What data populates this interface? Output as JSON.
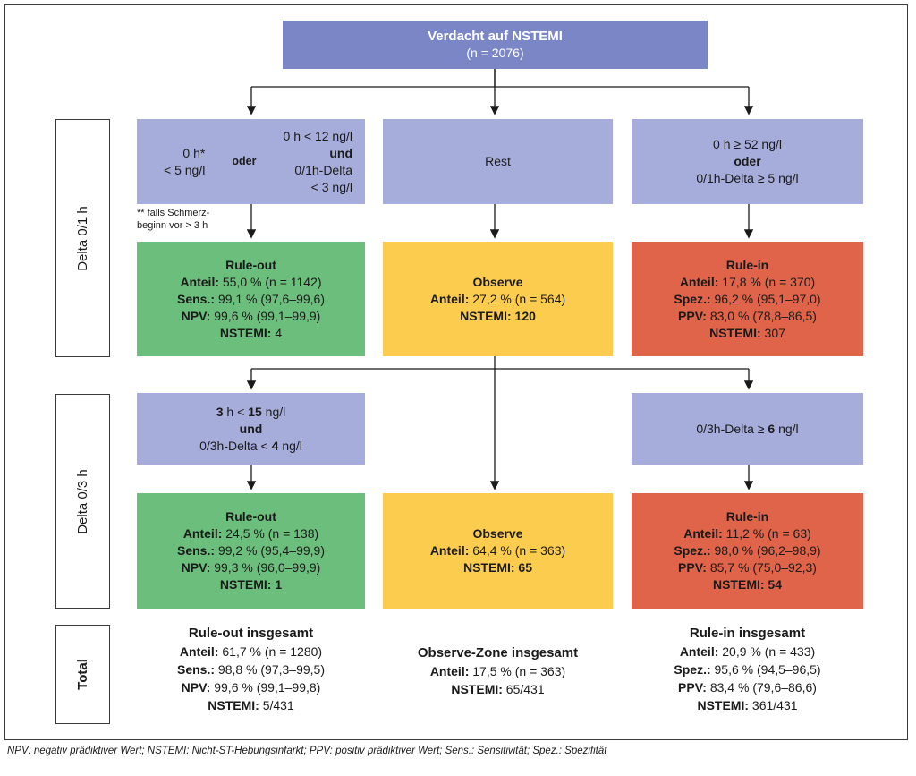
{
  "top": {
    "title": "Verdacht auf NSTEMI",
    "n": "(n = 2076)"
  },
  "side": {
    "row1": "Delta 0/1 h",
    "row2": "Delta 0/3 h",
    "row3": "Total"
  },
  "criteria1": {
    "left": {
      "col_a_line1": "0 h*",
      "col_a_line2": "< 5 ng/l",
      "oder": "oder",
      "col_b_line1": "0 h < 12 ng/l",
      "col_b_und": "und",
      "col_b_line3": "0/1h-Delta",
      "col_b_line4": "< 3 ng/l"
    },
    "mid": "Rest",
    "right": {
      "line1": "0 h ≥ 52 ng/l",
      "oder": "oder",
      "line3": "0/1h-Delta ≥ 5 ng/l"
    }
  },
  "footnote_small": {
    "line1": "** falls Schmerz-",
    "line2": "beginn vor > 3 h"
  },
  "result1": {
    "left": {
      "title": "Rule-out",
      "rows": [
        {
          "k": "Anteil:",
          "v": " 55,0 % (n = 1142)"
        },
        {
          "k": "Sens.:",
          "v": " 99,1 % (97,6–99,6)"
        },
        {
          "k": "NPV:",
          "v": " 99,6 % (99,1–99,9)"
        },
        {
          "k": "NSTEMI:",
          "v": " 4"
        }
      ]
    },
    "mid": {
      "title": "Observe",
      "rows": [
        {
          "k": "Anteil:",
          "v": " 27,2 % (n = 564)"
        },
        {
          "k": "NSTEMI: 120",
          "v": ""
        }
      ]
    },
    "right": {
      "title": "Rule-in",
      "rows": [
        {
          "k": "Anteil:",
          "v": " 17,8 % (n = 370)"
        },
        {
          "k": "Spez.:",
          "v": " 96,2 % (95,1–97,0)"
        },
        {
          "k": "PPV:",
          "v": " 83,0 % (78,8–86,5)"
        },
        {
          "k": "NSTEMI:",
          "v": " 307"
        }
      ]
    }
  },
  "criteria3": {
    "left": {
      "l1a": "3",
      "l1b": " h < ",
      "l1c": "15",
      "l1d": " ng/l",
      "und": "und",
      "l3a": "0/3h-Delta < ",
      "l3b": "4",
      "l3c": " ng/l"
    },
    "right": {
      "a": "0/3h-Delta ≥ ",
      "b": "6",
      "c": " ng/l"
    }
  },
  "result3": {
    "left": {
      "title": "Rule-out",
      "rows": [
        {
          "k": "Anteil:",
          "v": " 24,5 % (n = 138)"
        },
        {
          "k": "Sens.:",
          "v": " 99,2 % (95,4–99,9)"
        },
        {
          "k": "NPV:",
          "v": " 99,3 % (96,0–99,9)"
        },
        {
          "k": "NSTEMI: 1",
          "v": ""
        }
      ]
    },
    "mid": {
      "title": "Observe",
      "rows": [
        {
          "k": "Anteil:",
          "v": " 64,4 % (n = 363)"
        },
        {
          "k": "NSTEMI: 65",
          "v": ""
        }
      ]
    },
    "right": {
      "title": "Rule-in",
      "rows": [
        {
          "k": "Anteil:",
          "v": " 11,2 % (n = 63)"
        },
        {
          "k": "Spez.:",
          "v": " 98,0 % (96,2–98,9)"
        },
        {
          "k": "PPV:",
          "v": " 85,7 % (75,0–92,3)"
        },
        {
          "k": "NSTEMI: 54",
          "v": ""
        }
      ]
    }
  },
  "total": {
    "left": {
      "title": "Rule-out insgesamt",
      "rows": [
        {
          "k": "Anteil:",
          "v": " 61,7 % (n = 1280)"
        },
        {
          "k": "Sens.:",
          "v": " 98,8 % (97,3–99,5)"
        },
        {
          "k": "NPV:",
          "v": " 99,6 % (99,1–99,8)"
        },
        {
          "k": "NSTEMI:",
          "v": " 5/431"
        }
      ]
    },
    "mid": {
      "title": "Observe-Zone insgesamt",
      "rows": [
        {
          "k": "Anteil:",
          "v": " 17,5 % (n = 363)"
        },
        {
          "k": "NSTEMI:",
          "v": " 65/431"
        }
      ]
    },
    "right": {
      "title": "Rule-in insgesamt",
      "rows": [
        {
          "k": "Anteil:",
          "v": " 20,9 % (n = 433)"
        },
        {
          "k": "Spez.:",
          "v": " 95,6 % (94,5–96,5)"
        },
        {
          "k": "PPV:",
          "v": " 83,4 % (79,6–86,6)"
        },
        {
          "k": "NSTEMI:",
          "v": " 361/431"
        }
      ]
    }
  },
  "legend": "NPV: negativ prädiktiver Wert; NSTEMI: Nicht-ST-Hebungsinfarkt; PPV: positiv prädiktiver Wert; Sens.: Sensitivität; Spez.: Spezifität",
  "colors": {
    "top": "#7a86c6",
    "criteria": "#a7addb",
    "ruleout": "#6cbe7c",
    "observe": "#fccc4f",
    "rulein": "#e0644a"
  }
}
